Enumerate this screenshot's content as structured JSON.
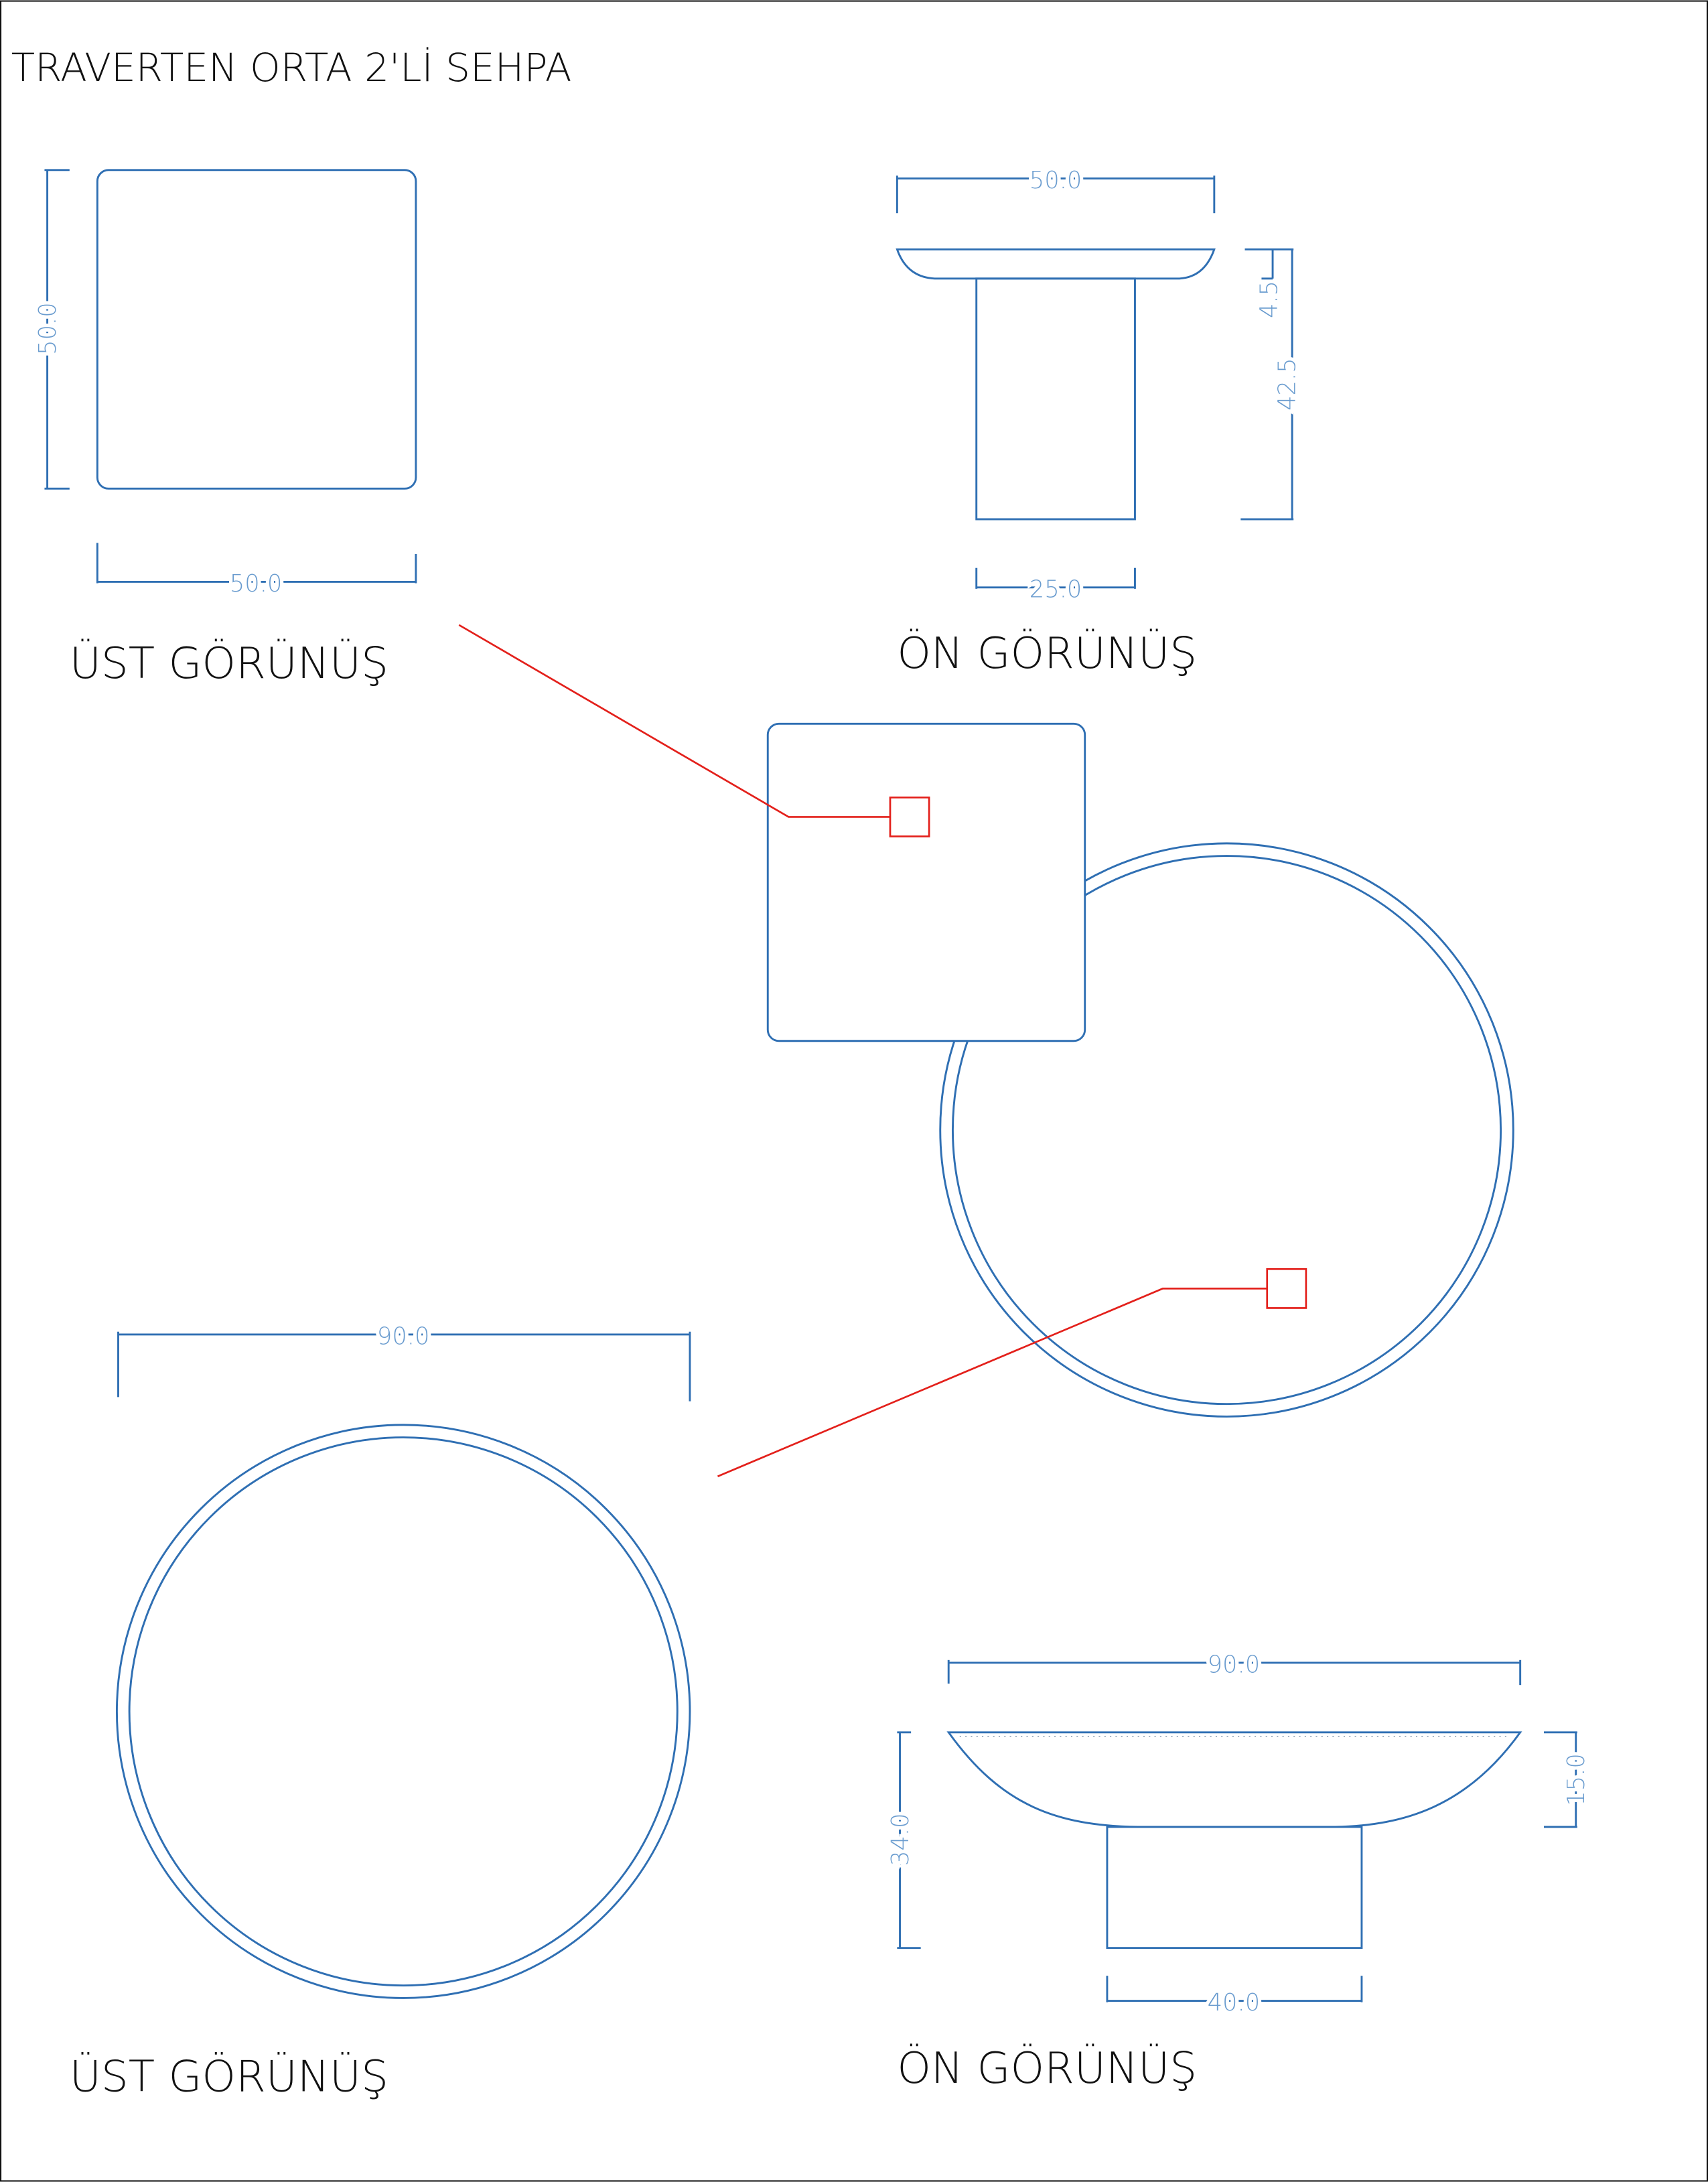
{
  "title": "TRAVERTEN ORTA 2'Lİ SEHPA",
  "colors": {
    "line": "#2f6fb3",
    "dimension_text": "#6a9ccf",
    "callout": "#e3201b"
  },
  "small_table": {
    "top_view": {
      "label": "ÜST GÖRÜNÜŞ",
      "depth": "50.0",
      "width": "50.0"
    },
    "front_view": {
      "label": "ÖN GÖRÜNÜŞ",
      "width": "50.0",
      "top_thickness": "4.5",
      "height": "42.5",
      "leg_width": "25.0"
    }
  },
  "large_table": {
    "top_view": {
      "label": "ÜST GÖRÜNÜŞ",
      "diameter": "90.0"
    },
    "front_view": {
      "label": "ÖN GÖRÜNÜŞ",
      "width": "90.0",
      "height": "34.0",
      "bowl_depth": "15.0",
      "leg_width": "40.0"
    }
  }
}
